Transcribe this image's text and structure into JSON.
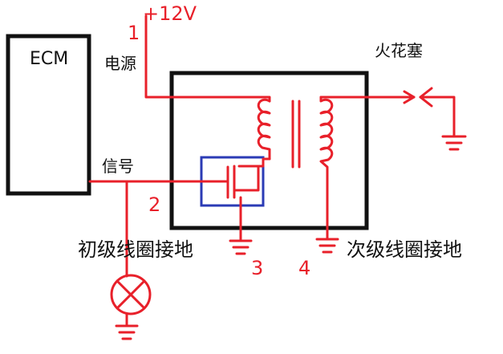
{
  "supply_label": "+12V",
  "nodes": {
    "n1": "1",
    "n2": "2",
    "n3": "3",
    "n4": "4"
  },
  "labels": {
    "ecm": "ECM",
    "power": "电源",
    "signal": "信号",
    "spark_plug": "火花塞",
    "primary_ground": "初级线圈接地",
    "secondary_ground": "次级线圈接地"
  },
  "colors": {
    "wire": "#e8202a",
    "outline": "#111111",
    "transistor_box": "#2b3bb5"
  }
}
